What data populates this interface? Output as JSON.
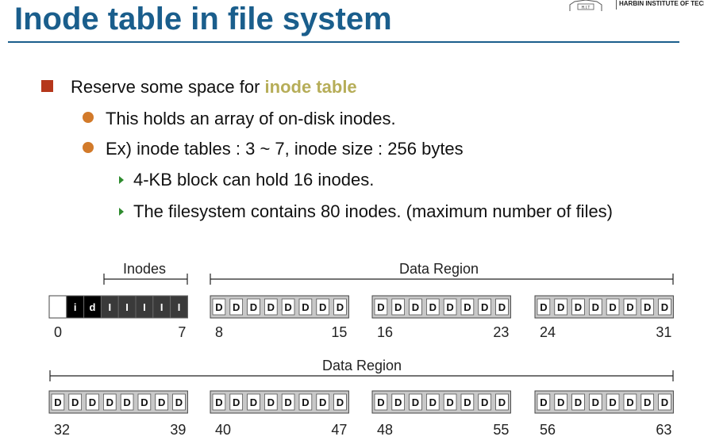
{
  "header": {
    "title": "Inode table in file system",
    "brand_text": "HARBIN INSTITUTE OF TECHN",
    "logo_text": "H.I.T"
  },
  "bullets": {
    "level1": {
      "text_before": "Reserve some space for ",
      "highlight": "inode table"
    },
    "level2": [
      "This holds an array of on-disk inodes.",
      "Ex) inode tables : 3 ~ 7, inode size : 256 bytes"
    ],
    "level3": [
      "4-KB block can hold 16 inodes.",
      "The filesystem contains 80 inodes. (maximum number of files)"
    ]
  },
  "diagram": {
    "inodes_label": "Inodes",
    "data_region_label": "Data Region",
    "data_region_label_2": "Data Region",
    "first_group_cells": [
      "",
      "i",
      "d",
      "I",
      "I",
      "I",
      "I",
      "I"
    ],
    "data_cell": "D",
    "row1_group_labels": [
      [
        "0",
        "7"
      ],
      [
        "8",
        "15"
      ],
      [
        "16",
        "23"
      ],
      [
        "24",
        "31"
      ]
    ],
    "row2_group_labels": [
      [
        "32",
        "39"
      ],
      [
        "40",
        "47"
      ],
      [
        "48",
        "55"
      ],
      [
        "56",
        "63"
      ]
    ]
  },
  "colors": {
    "title": "#1a5e8c",
    "highlight": "#b6ad58",
    "square_bullet": "#b5371b",
    "round_bullet": "#d27a2a",
    "arrow_bullet": "#2e8b2e",
    "data_block_fill": "#c8c8c8",
    "inode_block_fill": "#3a3a3a",
    "bitmap_block_fill": "#000000"
  }
}
